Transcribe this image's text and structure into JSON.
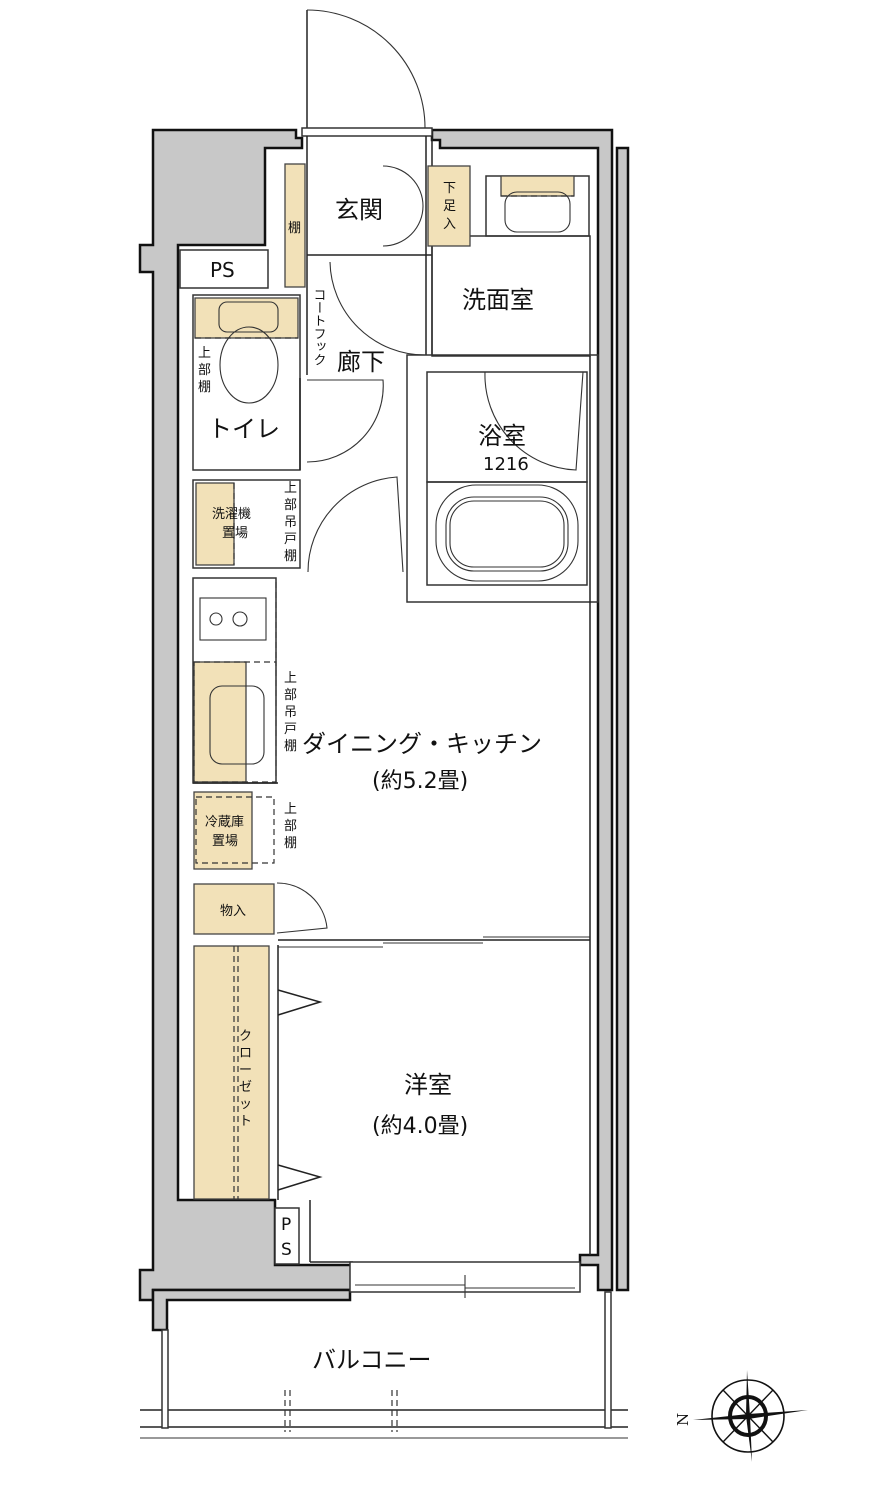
{
  "floor_plan": {
    "rooms": {
      "genkan": "玄関",
      "senmenshitsu": "洗面室",
      "rouka": "廊下",
      "toilet": "トイレ",
      "yokushitsu": "浴室",
      "yokushitsu_size": "1216",
      "dk": "ダイニング・キッチン",
      "dk_size": "(約5.2畳)",
      "yoshitsu": "洋室",
      "yoshitsu_size": "(約4.0畳)",
      "balcony": "バルコニー"
    },
    "fixtures": {
      "ps_top": "PS",
      "ps_bottom_1": "P",
      "ps_bottom_2": "S",
      "tana": "棚",
      "getabako_1": "下",
      "getabako_2": "足",
      "getabako_3": "入",
      "coat_hook": "コートフック",
      "toilet_shelf_1": "上",
      "toilet_shelf_2": "部",
      "toilet_shelf_3": "棚",
      "washer_1": "洗濯機",
      "washer_2": "置場",
      "washer_shelf": [
        "上",
        "部",
        "吊",
        "戸",
        "棚"
      ],
      "kitchen_shelf": [
        "上",
        "部",
        "吊",
        "戸",
        "棚"
      ],
      "fridge_1": "冷蔵庫",
      "fridge_2": "置場",
      "fridge_shelf": [
        "上",
        "部",
        "棚"
      ],
      "storage": "物入",
      "closet": [
        "ク",
        "ロ",
        "ー",
        "ゼ",
        "ッ",
        "ト"
      ]
    },
    "compass": {
      "label": "N"
    },
    "colors": {
      "wall": "#c8c8c8",
      "storage_fill": "#f2e1b8",
      "line": "#222222"
    }
  }
}
